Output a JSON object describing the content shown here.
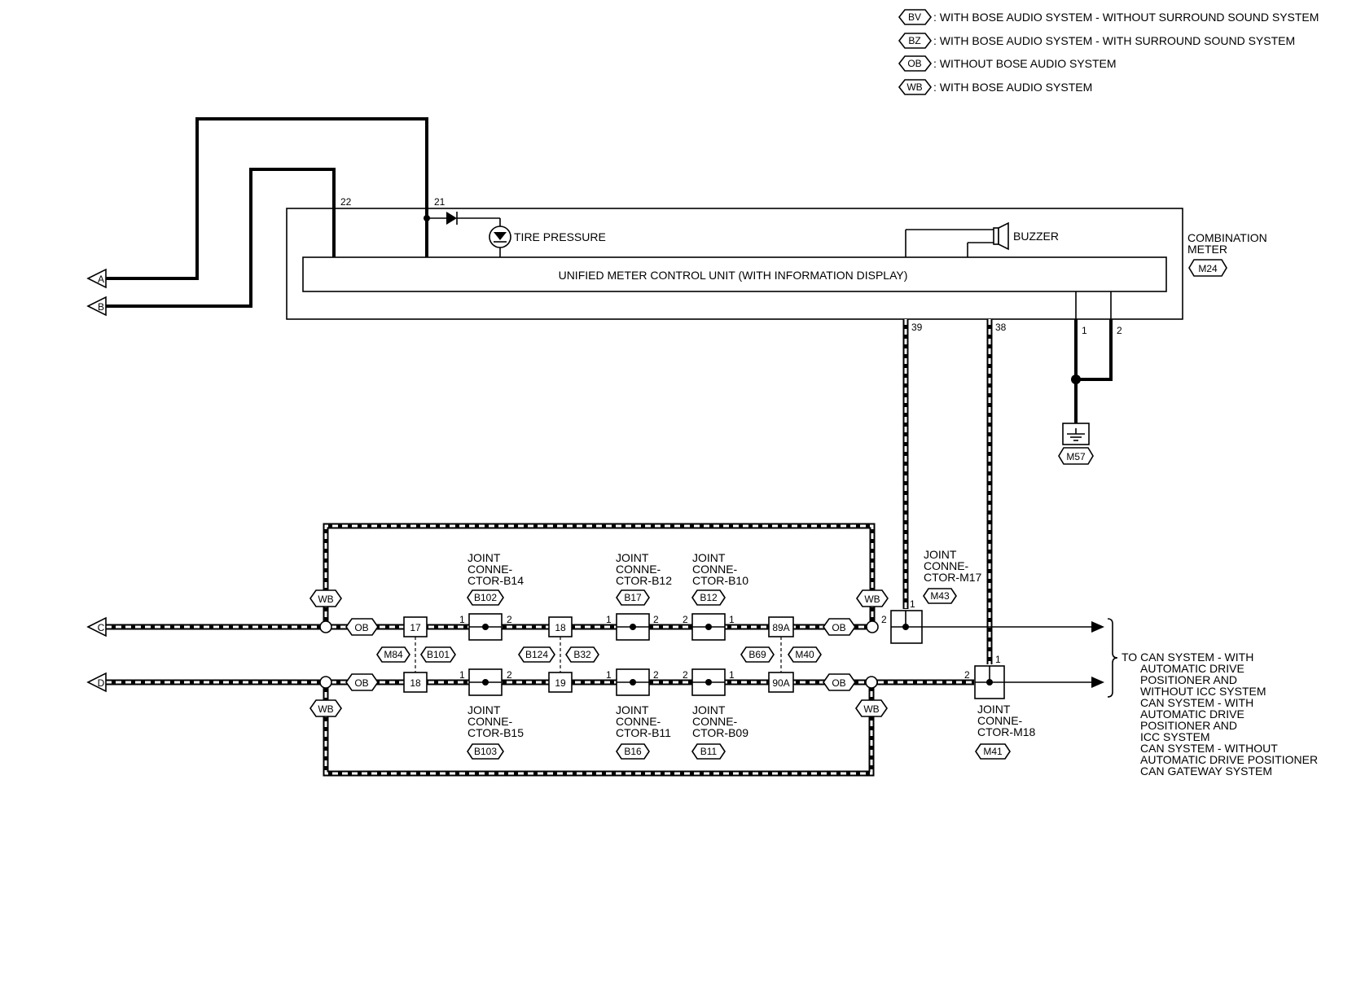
{
  "legend": [
    {
      "code": "BV",
      "text": ": WITH BOSE AUDIO SYSTEM - WITHOUT SURROUND SOUND SYSTEM"
    },
    {
      "code": "BZ",
      "text": ": WITH BOSE AUDIO SYSTEM - WITH SURROUND SOUND SYSTEM"
    },
    {
      "code": "OB",
      "text": ": WITHOUT BOSE AUDIO SYSTEM"
    },
    {
      "code": "WB",
      "text": ": WITH BOSE AUDIO SYSTEM"
    }
  ],
  "meter": {
    "unit_label": "UNIFIED METER CONTROL UNIT (WITH INFORMATION DISPLAY)",
    "tire_pressure": "TIRE PRESSURE",
    "buzzer": "BUZZER",
    "name_line1": "COMBINATION",
    "name_line2": "METER",
    "connector": "M24",
    "pins": {
      "p22": "22",
      "p21": "21",
      "p39": "39",
      "p38": "38",
      "p1": "1",
      "p2": "2"
    }
  },
  "ground": {
    "connector": "M57"
  },
  "terminals": {
    "a": "A",
    "b": "B",
    "c": "C",
    "d": "D"
  },
  "options": {
    "wb": "WB",
    "ob": "OB"
  },
  "inline_connectors": {
    "m84": "M84",
    "b101": "B101",
    "b124": "B124",
    "b32": "B32",
    "b69": "B69",
    "m40": "M40",
    "pin17": "17",
    "pin18a": "18",
    "pin18b": "18",
    "pin19": "19",
    "pin89a": "89A",
    "pin90a": "90A"
  },
  "joints": {
    "b14": {
      "l1": "JOINT",
      "l2": "CONNE-",
      "l3": "CTOR-B14",
      "conn": "B102"
    },
    "b12": {
      "l1": "JOINT",
      "l2": "CONNE-",
      "l3": "CTOR-B12",
      "conn": "B17"
    },
    "b10": {
      "l1": "JOINT",
      "l2": "CONNE-",
      "l3": "CTOR-B10",
      "conn": "B12"
    },
    "m17": {
      "l1": "JOINT",
      "l2": "CONNE-",
      "l3": "CTOR-M17",
      "conn": "M43"
    },
    "b15": {
      "l1": "JOINT",
      "l2": "CONNE-",
      "l3": "CTOR-B15",
      "conn": "B103"
    },
    "b11": {
      "l1": "JOINT",
      "l2": "CONNE-",
      "l3": "CTOR-B11",
      "conn": "B16"
    },
    "b09": {
      "l1": "JOINT",
      "l2": "CONNE-",
      "l3": "CTOR-B09",
      "conn": "B11"
    },
    "m18": {
      "l1": "JOINT",
      "l2": "CONNE-",
      "l3": "CTOR-M18",
      "conn": "M41"
    }
  },
  "pin_labels": {
    "one": "1",
    "two": "2"
  },
  "destination": [
    "TO CAN SYSTEM - WITH",
    "AUTOMATIC DRIVE",
    "POSITIONER AND",
    "WITHOUT ICC SYSTEM",
    "CAN SYSTEM - WITH",
    "AUTOMATIC DRIVE",
    "POSITIONER AND",
    "ICC SYSTEM",
    "CAN SYSTEM - WITHOUT",
    "AUTOMATIC DRIVE POSITIONER",
    "CAN GATEWAY SYSTEM"
  ]
}
